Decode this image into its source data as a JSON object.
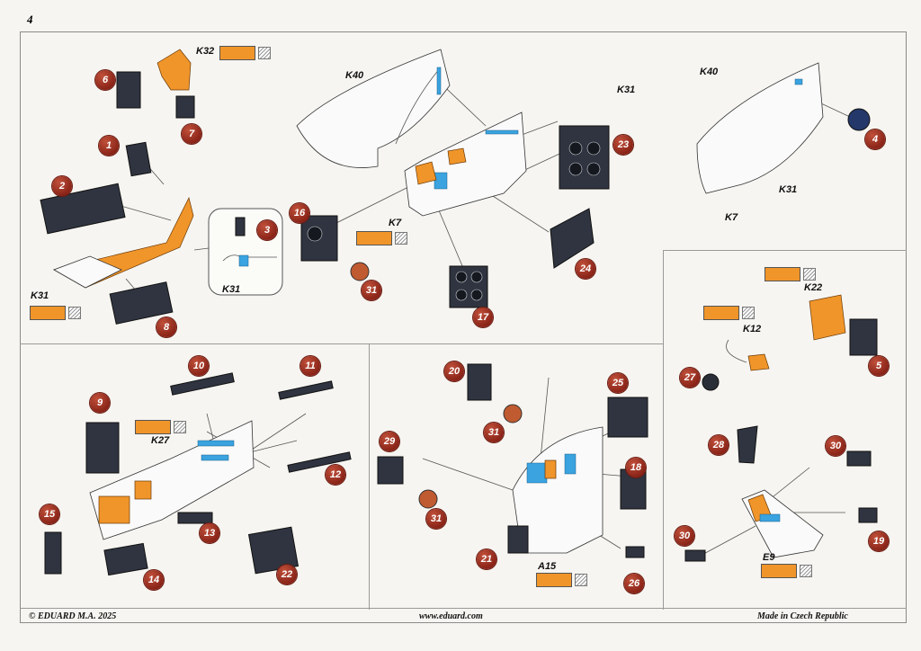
{
  "page_number": "4",
  "footer": {
    "copyright": "© EDUARD  M.A. 2025",
    "website": "www.eduard.com",
    "made_in": "Made in Czech Republic"
  },
  "colors": {
    "part_orange": "#f0952a",
    "callout_red": "#8a2418",
    "accent_blue": "#3aa3e0"
  },
  "callouts": [
    "1",
    "2",
    "3",
    "4",
    "5",
    "6",
    "7",
    "8",
    "9",
    "10",
    "11",
    "12",
    "13",
    "14",
    "15",
    "16",
    "17",
    "18",
    "19",
    "20",
    "21",
    "22",
    "23",
    "24",
    "25",
    "26",
    "27",
    "28",
    "29",
    "30",
    "30",
    "31",
    "31",
    "31",
    "31"
  ],
  "refs": {
    "k32": "K32",
    "k40a": "K40",
    "k31a": "K31",
    "k40b": "K40",
    "k31b": "K31",
    "k31c": "K31",
    "k31d": "K31",
    "k7a": "K7",
    "k7b": "K7",
    "k22": "K22",
    "k12": "K12",
    "k27": "K27",
    "a15": "A15",
    "e9": "E9"
  }
}
